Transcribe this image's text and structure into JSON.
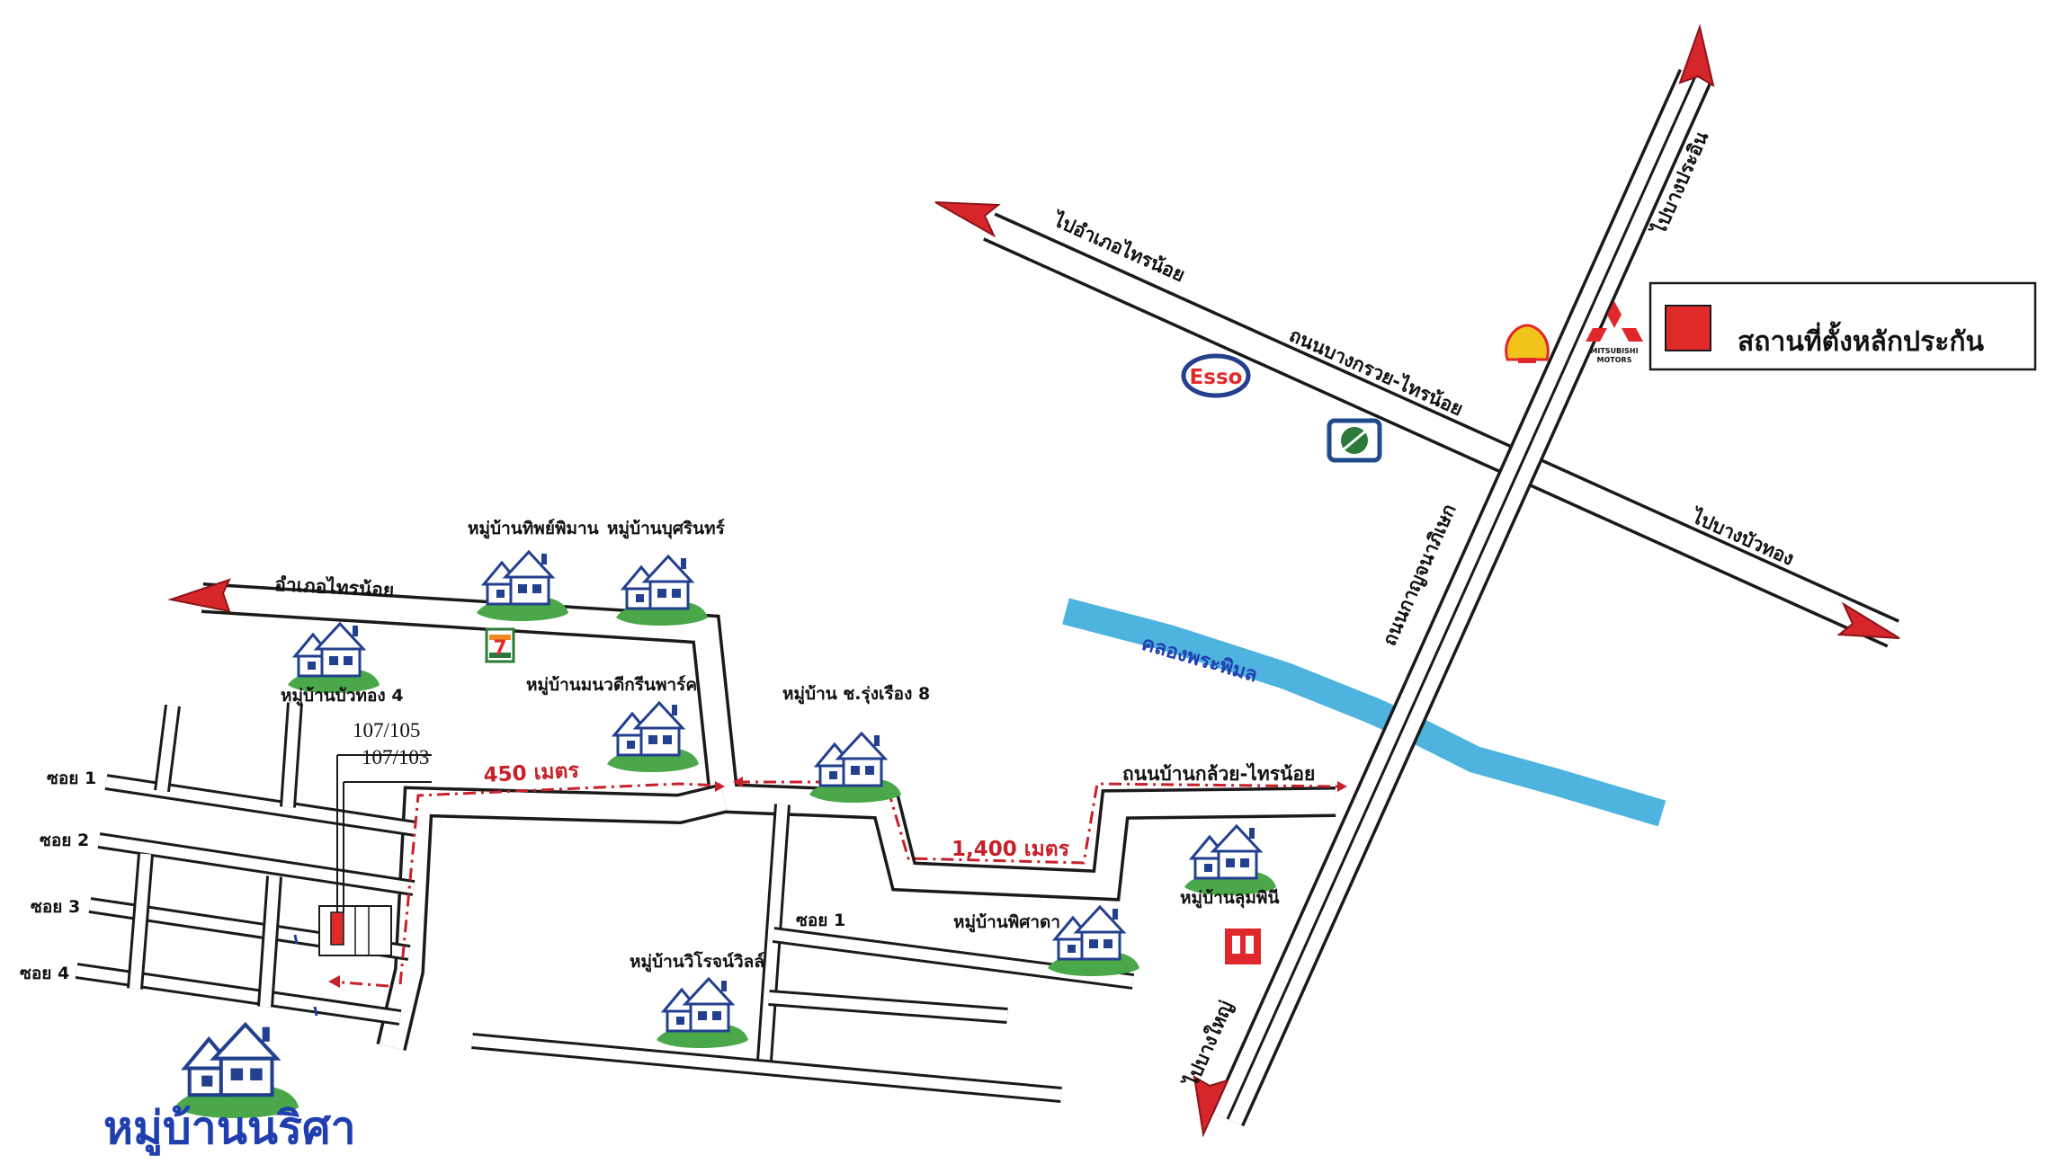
{
  "legend": {
    "label": "สถานที่ตั้งหลักประกัน",
    "marker_color": "#e02a2a"
  },
  "roads": {
    "to_amphoe_sai_noi_upper": "ไปอำเภอไทรน้อย",
    "bang_kruai_sai_noi": "ถนนบางกรวย-ไทรน้อย",
    "to_bang_pa_in": "ไปบางประอิน",
    "to_bang_bua_thong": "ไปบางบัวทอง",
    "kanchanaphisek": "ถนนกาญจนาภิเษก",
    "to_bang_yai": "ไปบางใหญ่",
    "amphoe_sai_noi": "อำเภอไทรน้อย",
    "ban_kluai_sai_noi": "ถนนบ้านกล้วย-ไทรน้อย",
    "soi_1_left": "ซอย 1",
    "soi_2": "ซอย 2",
    "soi_3": "ซอย 3",
    "soi_4": "ซอย 4",
    "soi_1_mid": "ซอย 1"
  },
  "canal": {
    "label": "คลองพระพิมล",
    "color": "#4fb3e0"
  },
  "villages": {
    "thip_phiman": "หมู่บ้านทิพย์พิมาน",
    "bu_sarin": "หมู่บ้านบุศรินทร์",
    "bua_thong_4": "หมู่บ้านบัวทอง 4",
    "manatee_green_park": "หมู่บ้านมนวดีกรีนพาร์ค",
    "chor_rungrueang_8": "หมู่บ้าน ช.รุ่งเรือง 8",
    "lumphini": "หมู่บ้านลุมพินี",
    "phisada": "หมู่บ้านพิศาดา",
    "wiroj_ville": "หมู่บ้านวิโรจน์วิลล์",
    "narisa": "หมู่บ้านนริศา"
  },
  "plots": {
    "plot_a": "107/105",
    "plot_b": "107/103"
  },
  "distances": {
    "d1": "450 เมตร",
    "d2": "1,400 เมตร"
  },
  "landmarks": {
    "esso": "Esso",
    "mitsubishi_line1": "MITSUBISHI",
    "mitsubishi_line2": "MOTORS",
    "seven_eleven": "7"
  },
  "colors": {
    "arrow_red": "#d7262b",
    "route_red": "#c8202a",
    "house_blue": "#23408f",
    "grass_green": "#4aa84a",
    "canal_blue": "#4fb3e0"
  }
}
